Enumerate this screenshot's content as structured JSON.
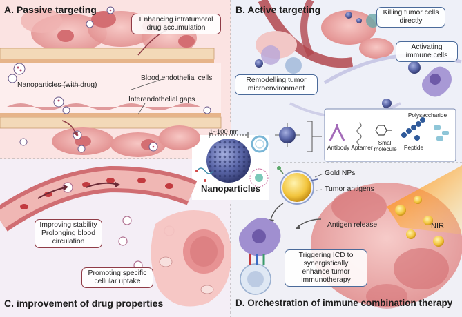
{
  "panels": {
    "a": {
      "title": "A. Passive targeting",
      "callout_accumulation": "Enhancing intratumoral drug accumulation",
      "label_nanoparticles": "Nanoparticles (with drug)",
      "label_endothelial": "Blood endothelial cells",
      "label_gaps": "Interendothelial gaps"
    },
    "b": {
      "title": "B. Active targeting",
      "callout_killing": "Killing tumor cells directly",
      "callout_immune": "Activating immune cells",
      "callout_remodel": "Remodelling tumor microenvironment",
      "ligands": {
        "antibody": "Antibody",
        "aptamer": "Aptamer",
        "small_molecule": "Small molecule",
        "peptide": "Peptide",
        "polysaccharide": "Polysaccharide"
      }
    },
    "c": {
      "title": "C. improvement of drug properties",
      "callout_stability": "Improving stability Prolonging blood circulation",
      "callout_uptake": "Promoting specific cellular uptake"
    },
    "d": {
      "title": "D. Orchestration of immune combination therapy",
      "label_gold": "Gold NPs",
      "label_antigens": "Tumor antigens",
      "label_release": "Antigen release",
      "label_nir": "NIR",
      "callout_icd": "Triggering ICD to synergistically enhance tumor immunotherapy"
    }
  },
  "center": {
    "title": "Nanoparticles",
    "size_range": "1~100 nm"
  },
  "colors": {
    "panel_a_bg": "#fbe3e2",
    "panel_b_bg": "#eef0f8",
    "panel_c_bg": "#f4eef6",
    "panel_d_bg": "#f0f0f6",
    "vessel": "#c9565a",
    "tumor": "#e89a9a",
    "nanoparticle": "#4a5690",
    "callout_border": "#8f3b46"
  }
}
